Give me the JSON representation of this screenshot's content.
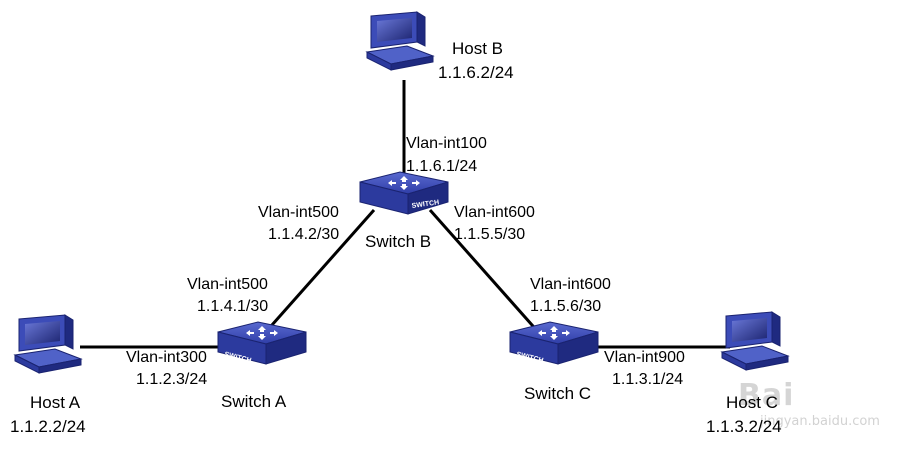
{
  "hosts": {
    "host_a": {
      "name": "Host A",
      "ip": "1.1.2.2/24"
    },
    "host_b": {
      "name": "Host B",
      "ip": "1.1.6.2/24"
    },
    "host_c": {
      "name": "Host C",
      "ip": "1.1.3.2/24"
    }
  },
  "switches": {
    "switch_a": {
      "name": "Switch A",
      "badge": "SWITCH"
    },
    "switch_b": {
      "name": "Switch B",
      "badge": "SWITCH"
    },
    "switch_c": {
      "name": "Switch C",
      "badge": "SWITCH"
    }
  },
  "interfaces": {
    "b_to_hostb": {
      "name": "Vlan-int100",
      "ip": "1.1.6.1/24"
    },
    "b_to_a": {
      "name": "Vlan-int500",
      "ip": "1.1.4.2/30"
    },
    "b_to_c": {
      "name": "Vlan-int600",
      "ip": "1.1.5.5/30"
    },
    "a_to_b": {
      "name": "Vlan-int500",
      "ip": "1.1.4.1/30"
    },
    "a_to_hosta": {
      "name": "Vlan-int300",
      "ip": "1.1.2.3/24"
    },
    "c_to_b": {
      "name": "Vlan-int600",
      "ip": "1.1.5.6/30"
    },
    "c_to_hostc": {
      "name": "Vlan-int900",
      "ip": "1.1.3.1/24"
    }
  },
  "watermark": {
    "brand": "Bai",
    "site": "jingyan.baidu.com"
  },
  "colors": {
    "device_blue": "#3a4bb8",
    "device_dark": "#1f2a80",
    "link": "#000000"
  }
}
